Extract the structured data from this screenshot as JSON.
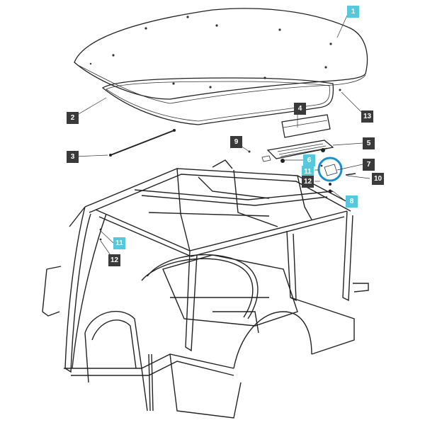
{
  "highlight_color": "#1a8fd0",
  "callout_dark_color": "#3a3a3a",
  "callout_cyan_color": "#55c8dd",
  "callouts": [
    {
      "id": "1",
      "style": "cyan"
    },
    {
      "id": "2",
      "style": "dark"
    },
    {
      "id": "3",
      "style": "dark"
    },
    {
      "id": "4",
      "style": "dark"
    },
    {
      "id": "5",
      "style": "dark"
    },
    {
      "id": "6",
      "style": "cyan"
    },
    {
      "id": "7",
      "style": "dark"
    },
    {
      "id": "8",
      "style": "cyan"
    },
    {
      "id": "9",
      "style": "dark"
    },
    {
      "id": "10",
      "style": "dark"
    },
    {
      "id": "11",
      "style": "cyan"
    },
    {
      "id": "11",
      "style": "cyan"
    },
    {
      "id": "12",
      "style": "dark"
    },
    {
      "id": "12",
      "style": "dark"
    },
    {
      "id": "13",
      "style": "dark"
    }
  ]
}
